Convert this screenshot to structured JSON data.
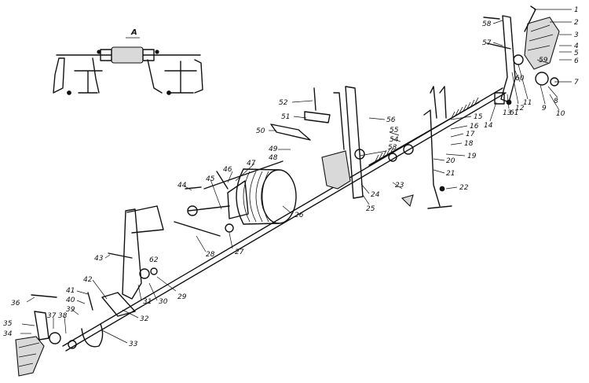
{
  "figure": {
    "view_label": "А",
    "callouts": {
      "c1": "1",
      "c2": "2",
      "c3": "3",
      "c4": "4",
      "c5": "5",
      "c6": "6",
      "c7": "7",
      "c8": "8",
      "c9": "9",
      "c10": "10",
      "c11": "11",
      "c12": "12",
      "c13": "13",
      "c14": "14",
      "c15": "15",
      "c16": "16",
      "c17": "17",
      "c18": "18",
      "c19": "19",
      "c20": "20",
      "c21": "21",
      "c22": "22",
      "c23": "23",
      "c24": "24",
      "c25": "25",
      "c26": "26",
      "c27": "27",
      "c28": "28",
      "c29": "29",
      "c30": "30",
      "c31": "31",
      "c32": "32",
      "c33": "33",
      "c34": "34",
      "c35": "35",
      "c36": "36",
      "c37": "37",
      "c38": "38",
      "c39": "39",
      "c40": "40",
      "c41": "41",
      "c42": "42",
      "c43": "43",
      "c44": "44",
      "c45": "45",
      "c46": "46",
      "c47": "47",
      "c48": "48",
      "c49": "49",
      "c50": "50",
      "c51": "51",
      "c52": "52",
      "c53": "53",
      "c54": "54",
      "c55": "55",
      "c56": "56",
      "c57": "57",
      "c58": "58",
      "c59": "59",
      "c60": "60",
      "c61": "61",
      "c62": "62"
    }
  }
}
